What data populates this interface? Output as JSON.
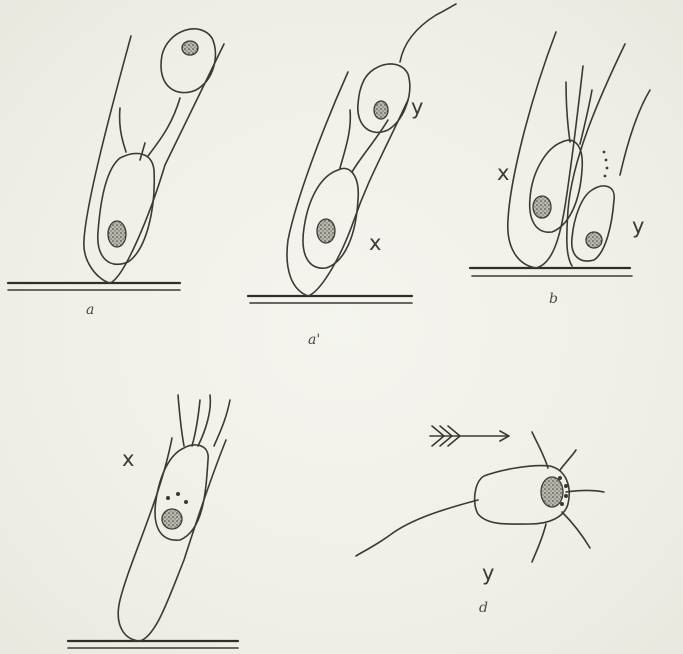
{
  "figure": {
    "panel_labels": {
      "a": "a",
      "a_prime": "a'",
      "b": "b",
      "d": "d"
    },
    "cell_labels": {
      "a_prime_y": "y",
      "a_prime_x": "x",
      "b_x": "x",
      "b_y": "y",
      "c_x": "x",
      "d_y": "y"
    },
    "colors": {
      "paper": "#f2f1ea",
      "ink": "#3a3a34"
    }
  }
}
